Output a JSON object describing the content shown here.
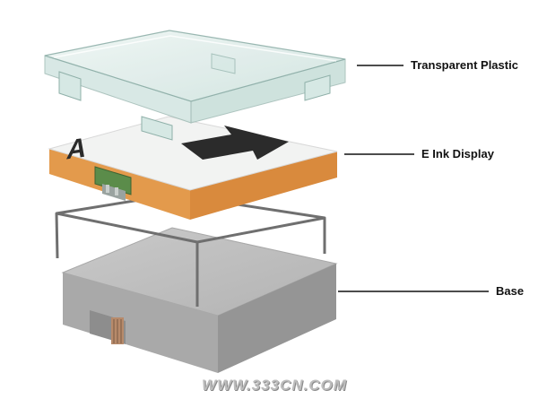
{
  "labels": {
    "transparent_plastic": "Transparent Plastic",
    "eink_display": "E Ink Display",
    "base": "Base"
  },
  "display": {
    "glyph": "A"
  },
  "watermark": "WWW.333CN.COM",
  "colors": {
    "plastic": "#dcebe8",
    "eink_surface": "#f2f3f2",
    "eink_edge": "#e39a4c",
    "frame": "#6f6f6f",
    "base_top": "#bdbdbd",
    "base_side": "#9e9e9e"
  }
}
